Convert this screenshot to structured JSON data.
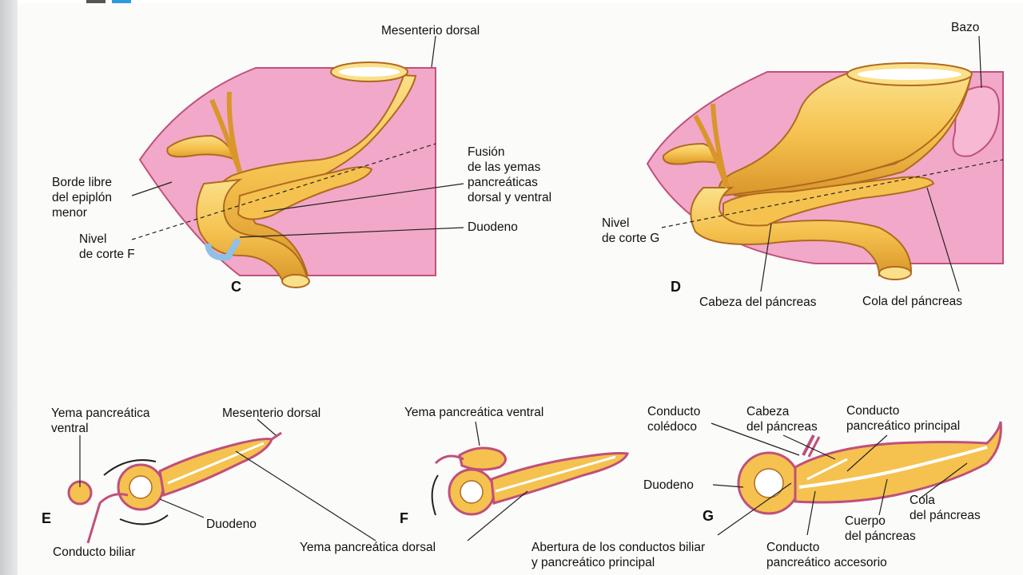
{
  "panels": {
    "c": "C",
    "d": "D",
    "e": "E",
    "f": "F",
    "g": "G"
  },
  "labels": {
    "c_mesenterio": "Mesenterio dorsal",
    "c_borde": "Borde libre\ndel epiplón\nmenor",
    "c_nivel": "Nivel\nde corte F",
    "c_fusion": "Fusión\nde las yemas\npancreáticas\ndorsal y ventral",
    "c_duodeno": "Duodeno",
    "d_bazo": "Bazo",
    "d_nivel": "Nivel\nde corte G",
    "d_cabeza": "Cabeza del páncreas",
    "d_cola": "Cola del páncreas",
    "e_yema_ventral": "Yema pancreática\nventral",
    "e_mesenterio": "Mesenterio dorsal",
    "e_duodeno": "Duodeno",
    "e_conducto_biliar": "Conducto biliar",
    "f_yema_ventral": "Yema pancreática ventral",
    "f_yema_dorsal": "Yema pancreática dorsal",
    "g_coledoco": "Conducto\ncolédoco",
    "g_cabeza": "Cabeza\ndel páncreas",
    "g_conducto_principal": "Conducto\npancreático principal",
    "g_duodeno": "Duodeno",
    "g_cola": "Cola\ndel páncreas",
    "g_cuerpo": "Cuerpo\ndel páncreas",
    "g_abertura": "Abertura de los conductos biliar\ny pancreático principal",
    "g_accesorio": "Conducto\npancreático accesorio"
  },
  "colors": {
    "pink": "#f2a8c8",
    "yellow": "#f7c85a",
    "yellow_dark": "#d99a2a",
    "duct": "#ffffff",
    "outline": "#b06a20",
    "blue": "#8fc0e6"
  }
}
